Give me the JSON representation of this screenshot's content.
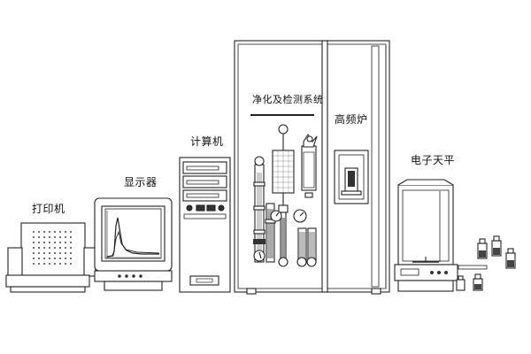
{
  "labels": {
    "printer": "打印机",
    "monitor": "显示器",
    "computer": "计算机",
    "purification": "净化及检测系统",
    "furnace": "高频炉",
    "balance": "电子天平"
  },
  "colors": {
    "line": "#222222",
    "fill": "#ffffff",
    "shade": "#cfcfcf",
    "dark": "#444444"
  }
}
